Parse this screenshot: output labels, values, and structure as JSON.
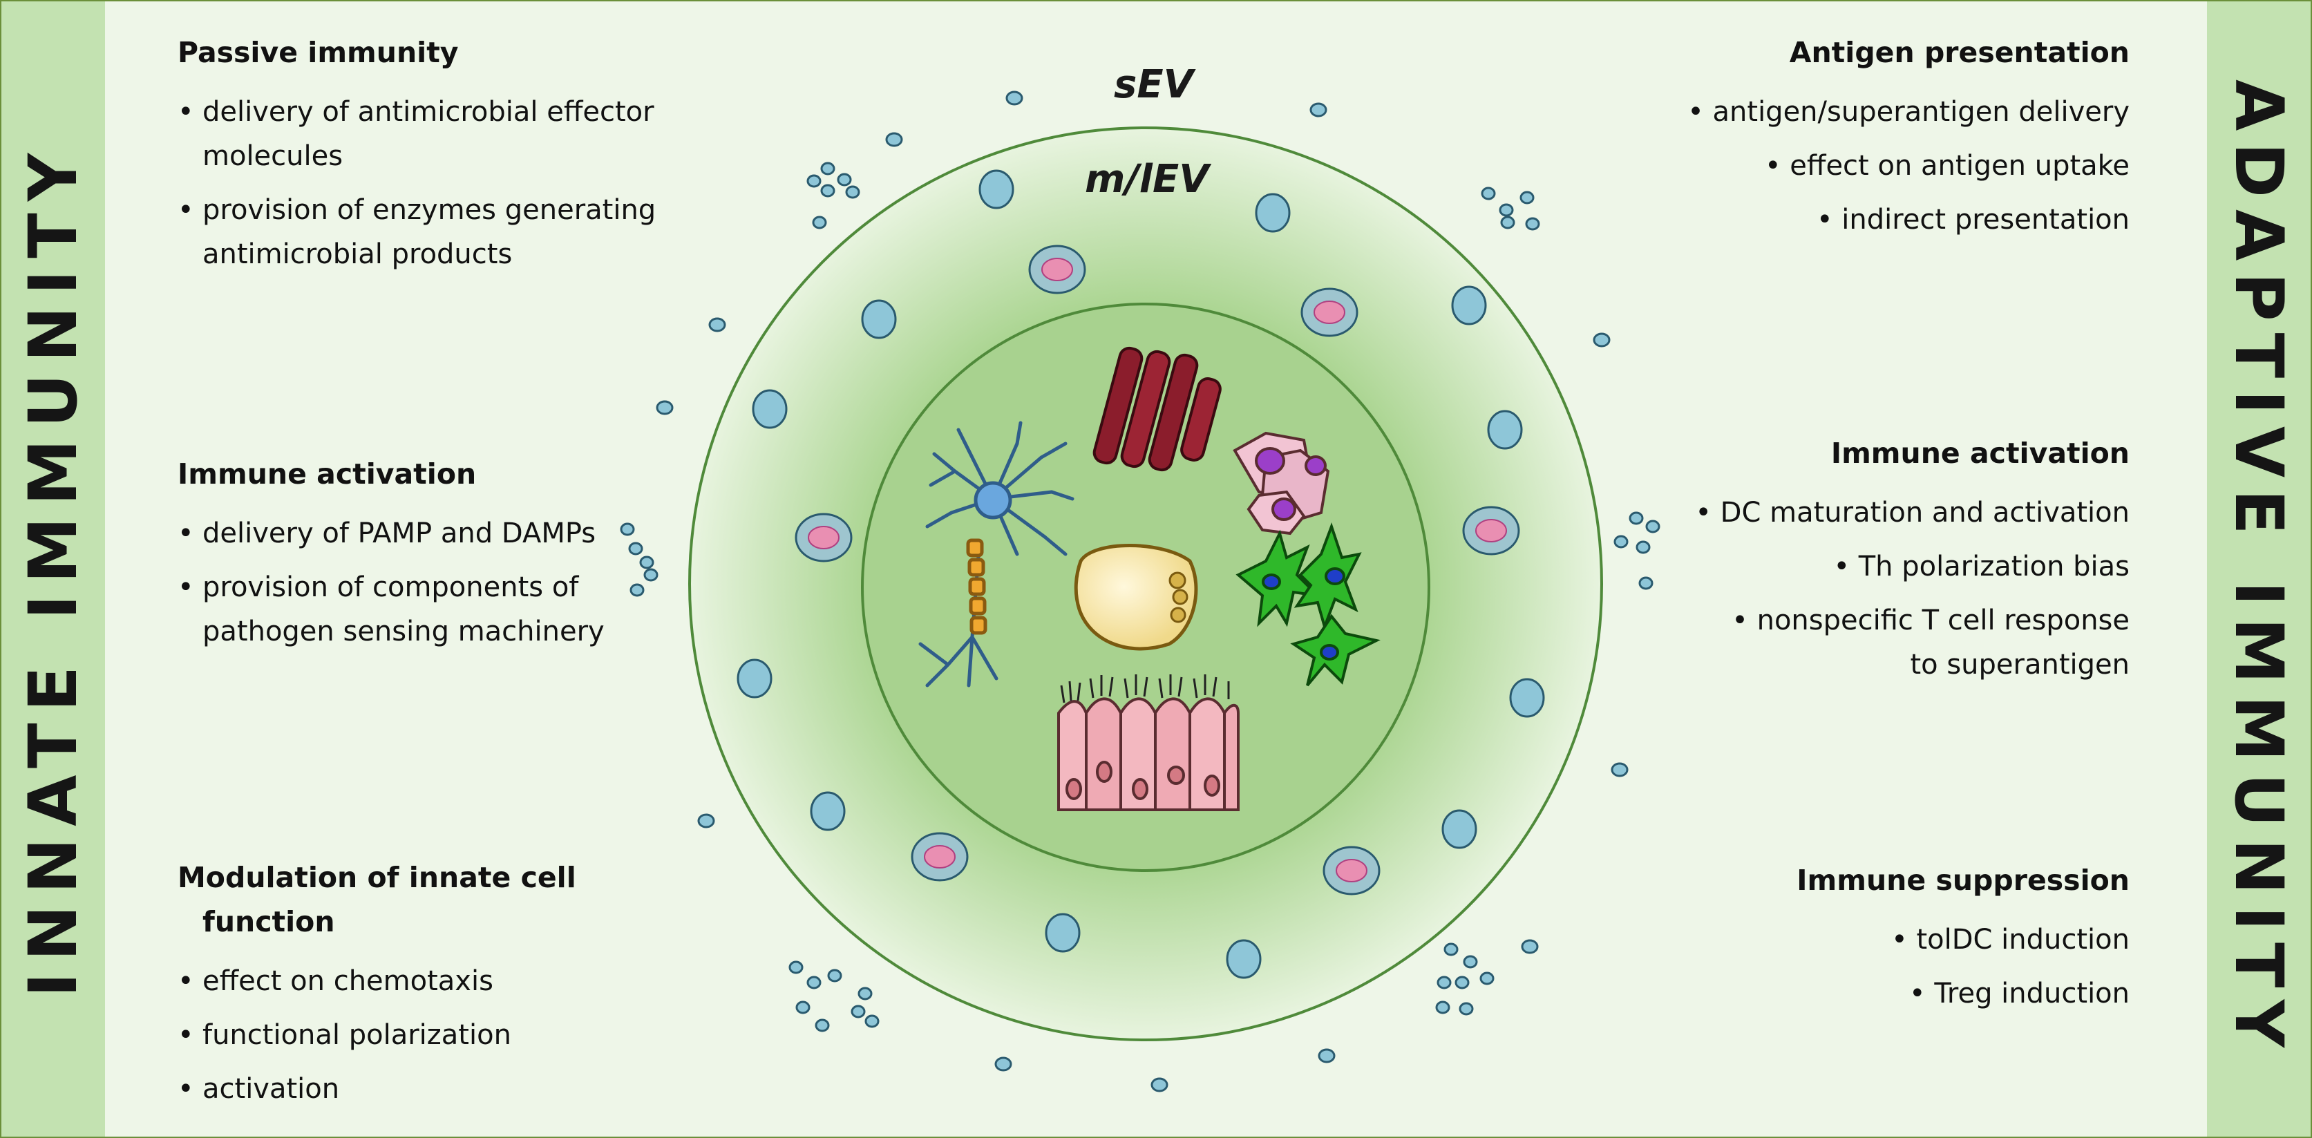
{
  "left_band_label": "INNATE IMMUNITY",
  "right_band_label": "ADAPTIVE IMMUNITY",
  "center": {
    "outer_label": "sEV",
    "inner_label": "m/lEV"
  },
  "left_sections": [
    {
      "title": "Passive immunity",
      "items": [
        [
          "delivery of antimicrobial effector",
          "molecules"
        ],
        [
          "provision of enzymes generating",
          "antimicrobial products"
        ]
      ]
    },
    {
      "title": "Immune activation",
      "items": [
        [
          "delivery of PAMP and DAMPs"
        ],
        [
          "provision of components of",
          "pathogen sensing machinery"
        ]
      ]
    },
    {
      "title": "Modulation of innate cell",
      "title_2": "function",
      "items": [
        [
          "effect on chemotaxis"
        ],
        [
          "functional polarization"
        ],
        [
          "activation"
        ]
      ]
    }
  ],
  "right_sections": [
    {
      "title": "Antigen presentation",
      "items": [
        [
          "antigen/superantigen delivery"
        ],
        [
          "effect on antigen uptake"
        ],
        [
          "indirect presentation"
        ]
      ]
    },
    {
      "title": "Immune activation",
      "items": [
        [
          "DC maturation and activation"
        ],
        [
          "Th polarization bias"
        ],
        [
          "nonspecific T cell response",
          "to superantigen"
        ]
      ]
    },
    {
      "title": "Immune suppression",
      "items": [
        [
          "tolDC induction"
        ],
        [
          "Treg induction"
        ]
      ]
    }
  ],
  "colors": {
    "frame": "#6b8f3a",
    "band": "#c3e2b1",
    "background": "#eef6e8",
    "vesicle": "#8ec6d8",
    "outer_disc": "#cde6bc",
    "inner_disc": "#a7d18d"
  }
}
